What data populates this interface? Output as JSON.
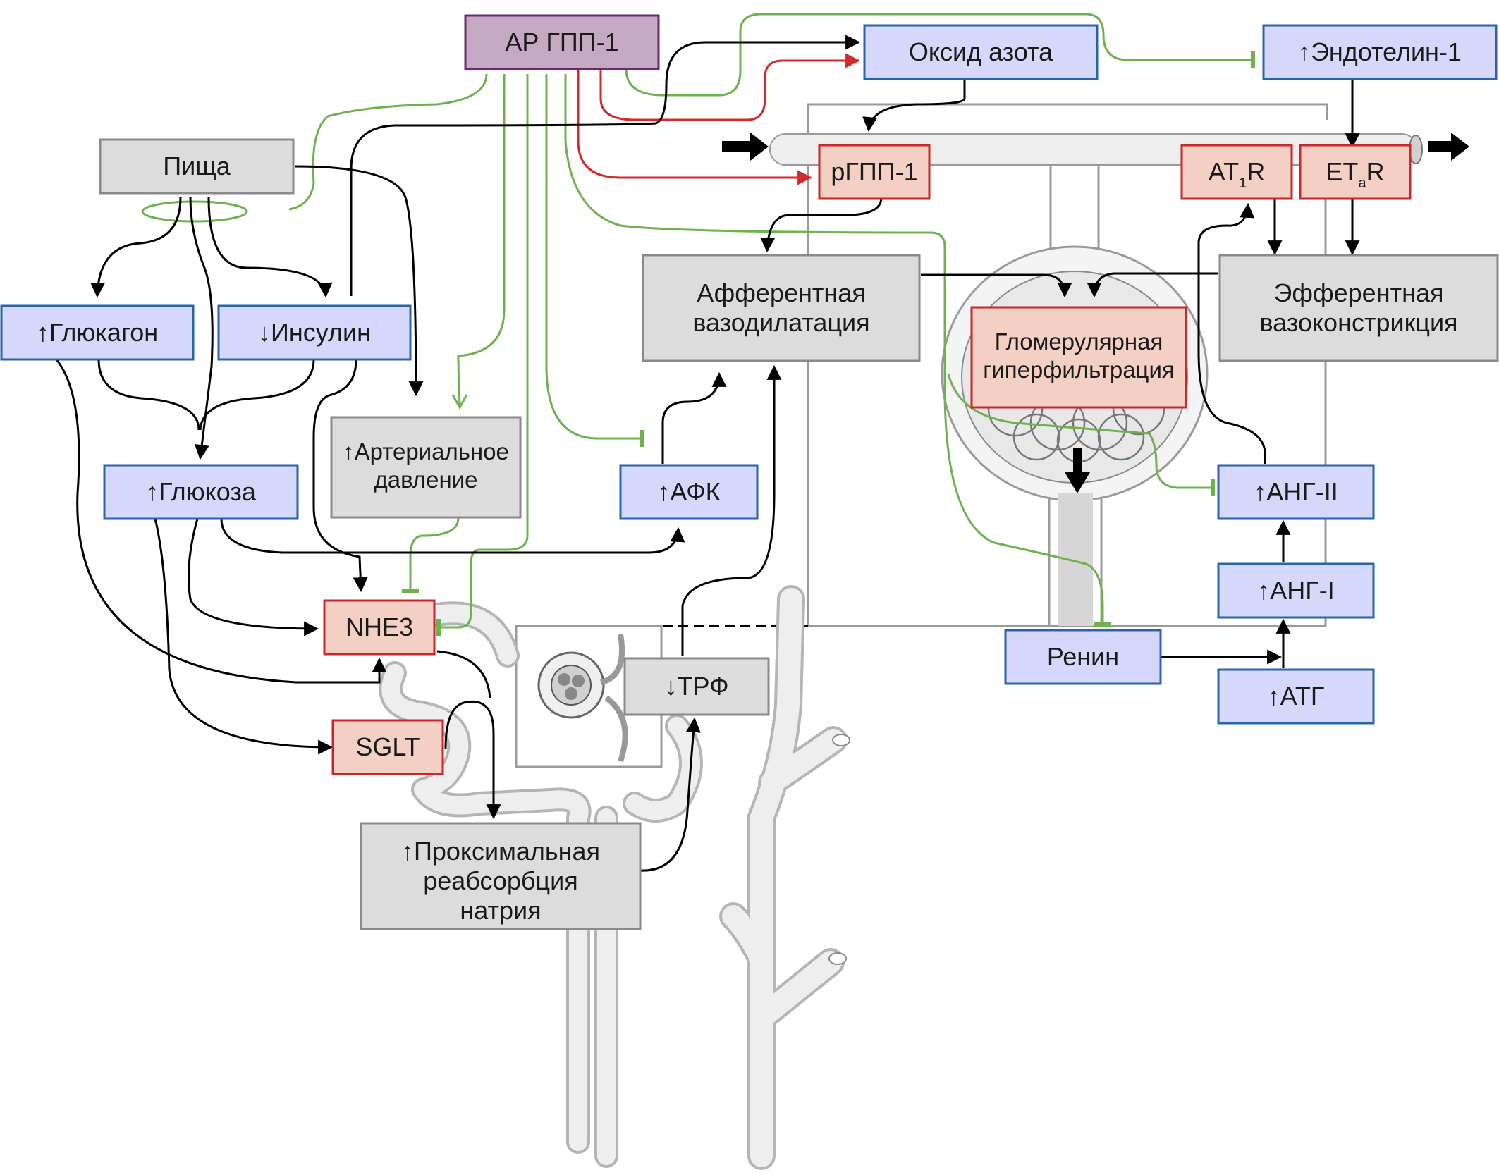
{
  "colors": {
    "agonist_fill": "#c5a9c2",
    "agonist_stroke": "#6c2a6c",
    "marker_fill": "#d6d8fb",
    "marker_stroke": "#2a64a8",
    "receptor_fill": "#f3cfc4",
    "receptor_stroke": "#c8272e",
    "process_fill": "#dcdcdc",
    "process_stroke": "#8a8a8a",
    "stimulate_arrow": "#000000",
    "agonist_activate_arrow": "#d12a2a",
    "agonist_inhibit_line": "#6fb14f",
    "anatomy_fill": "#eeeeee",
    "anatomy_stroke": "#9a9a9a"
  },
  "nodes": {
    "ar_gpp1": "АР ГПП-1",
    "nitric_oxide": "Оксид азота",
    "endothelin": "↑Эндотелин-1",
    "food": "Пища",
    "rgpp1": "рГПП-1",
    "at1r": {
      "main": "AT",
      "sub": "1",
      "tail": "R"
    },
    "etar": {
      "main": "ET",
      "sub": "a",
      "tail": "R"
    },
    "glucagon": "↑Глюкагон",
    "insulin": "↓Инсулин",
    "afferent": [
      "Афферентная",
      "вазодилатация"
    ],
    "efferent": [
      "Эфферентная",
      "вазоконстрикция"
    ],
    "glomerular": [
      "Гломерулярная",
      "гиперфильтрация"
    ],
    "arterial_pressure": [
      "↑Артериальное",
      "давление"
    ],
    "glucose": "↑Глюкоза",
    "ros": "↑АФК",
    "ang2": "↑АНГ-II",
    "ang1": "↑АНГ-I",
    "atg": "↑АТГ",
    "renin": "Ренин",
    "nhe3": "NHE3",
    "sglt": "SGLT",
    "tgf": "↓ТРФ",
    "proximal": [
      "↑Проксимальная",
      "реабсорбция",
      "натрия"
    ]
  }
}
